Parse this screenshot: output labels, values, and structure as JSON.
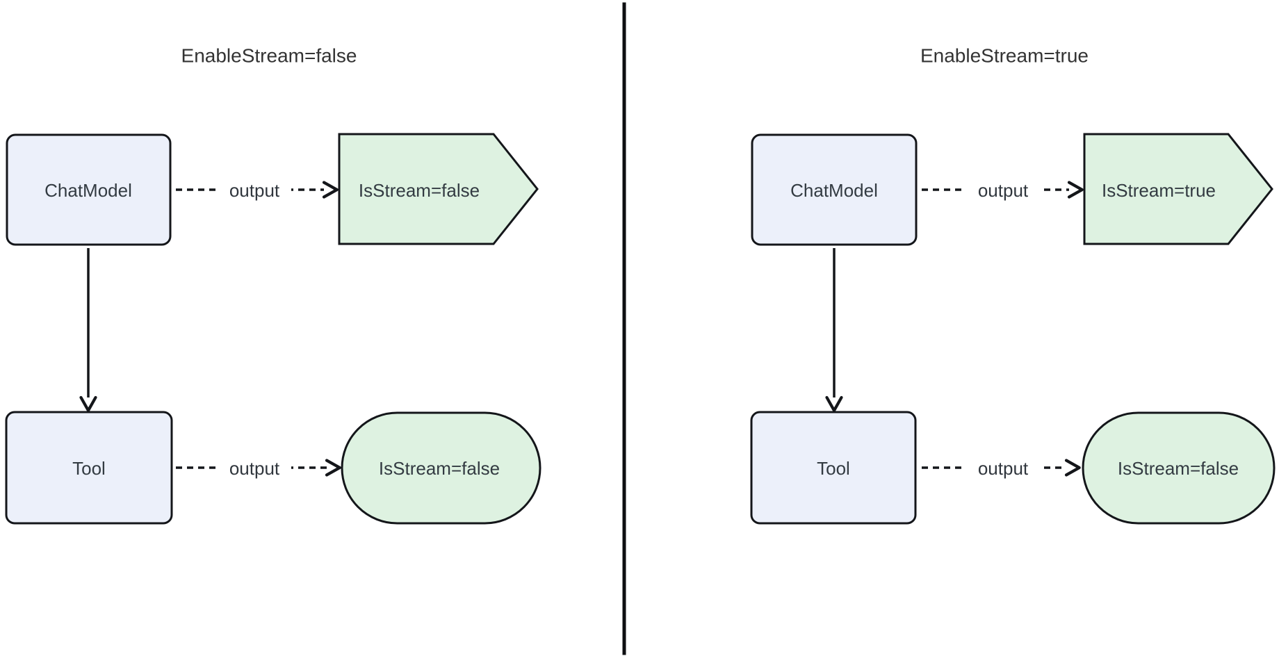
{
  "colors": {
    "background": "#ffffff",
    "process_node_fill": "#ECF0FA",
    "result_node_fill": "#DEF2E1",
    "border": "#14161A",
    "edge": "#14161A",
    "text": "#333B42"
  },
  "panels": [
    {
      "title": "EnableStream=false",
      "chat_model_label": "ChatModel",
      "tool_label": "Tool",
      "chat_edge_label": "output",
      "tool_edge_label": "output",
      "chat_result_label": "IsStream=false",
      "tool_result_label": "IsStream=false"
    },
    {
      "title": "EnableStream=true",
      "chat_model_label": "ChatModel",
      "tool_label": "Tool",
      "chat_edge_label": "output",
      "tool_edge_label": "output",
      "chat_result_label": "IsStream=true",
      "tool_result_label": "IsStream=false"
    }
  ]
}
